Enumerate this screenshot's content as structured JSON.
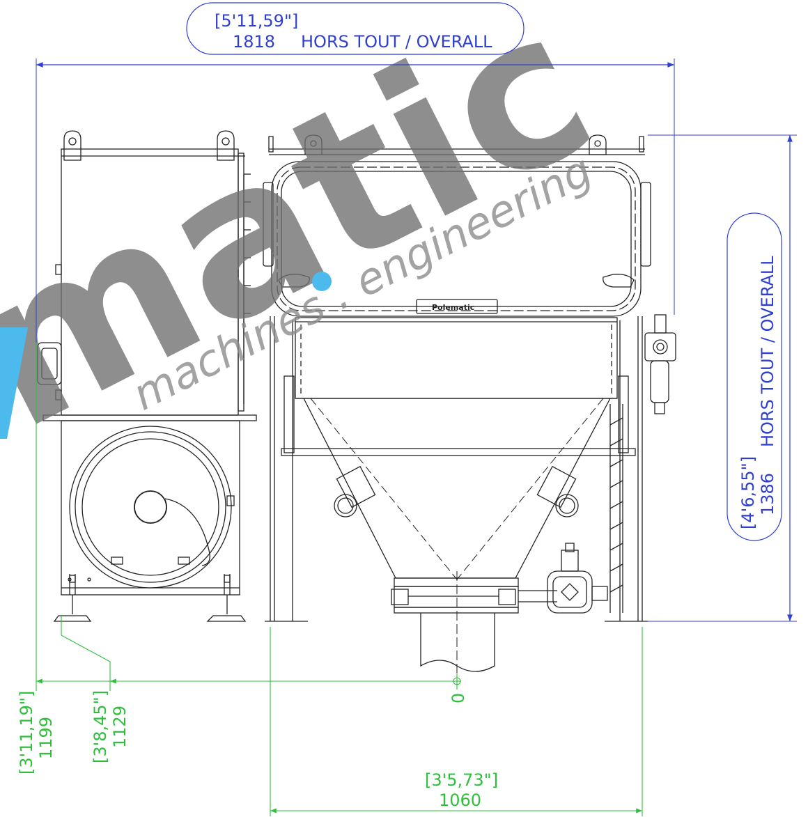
{
  "dimensions": {
    "overall_width": {
      "imperial": "[5'11,59\"]",
      "metric": "1818",
      "caption": "HORS TOUT / OVERALL"
    },
    "overall_height": {
      "imperial": "[4'6,55\"]",
      "metric": "1386",
      "caption": "HORS TOUT / OVERALL"
    },
    "left_offset_outer": {
      "imperial": "[3'11,19\"]",
      "metric": "1199"
    },
    "left_offset_inner": {
      "imperial": "[3'8,45\"]",
      "metric": "1129"
    },
    "base_width": {
      "imperial": "[3'5,73\"]",
      "metric": "1060"
    },
    "datum": "0"
  },
  "nameplate": "Polematic",
  "watermark": {
    "brand": "matic",
    "tagline": "machines . engineering"
  },
  "colors": {
    "blue_dimension": "#2f3fd0",
    "green_dimension": "#2fbf3c",
    "drawing_line": "#222222",
    "watermark_gray": "#777777",
    "watermark_blue": "#1aa7e8"
  }
}
